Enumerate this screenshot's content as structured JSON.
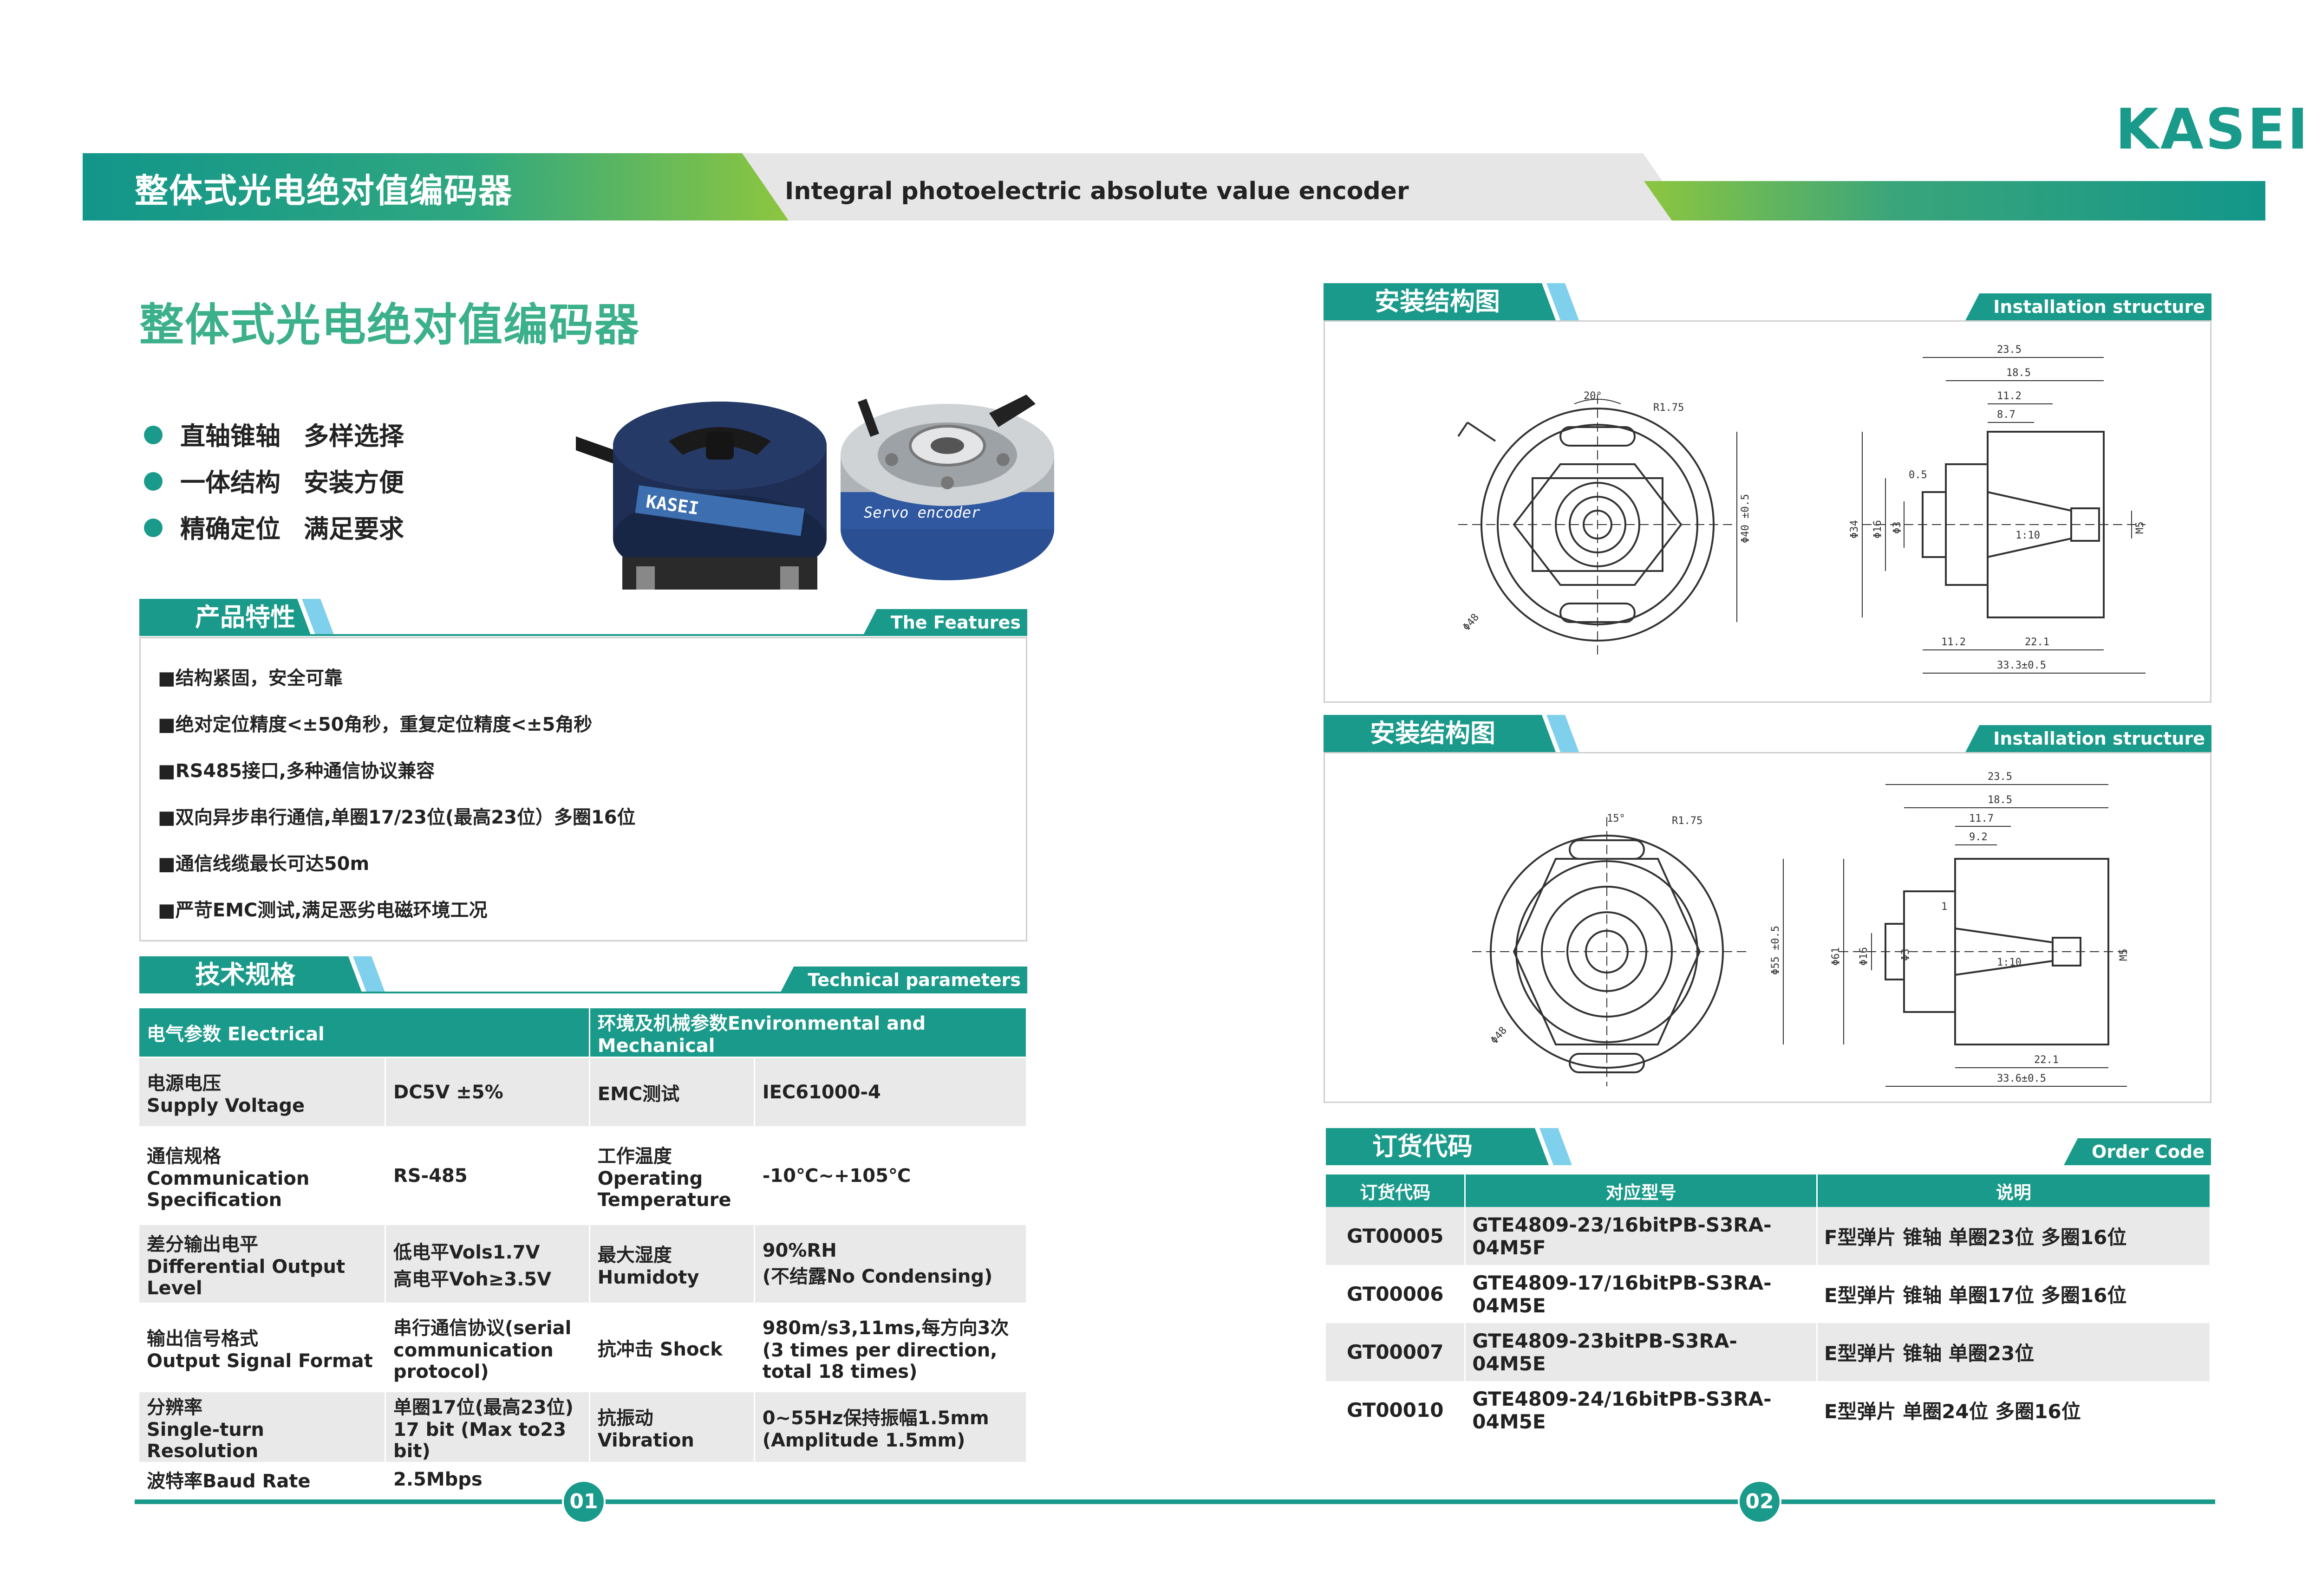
{
  "header": {
    "title_cn": "整体式光电绝对值编码器",
    "title_en": "Integral photoelectric absolute value encoder",
    "logo": "KASEI"
  },
  "main_title": "整体式光电绝对值编码器",
  "highlights": [
    {
      "a": "直轴锥轴",
      "b": "多样选择"
    },
    {
      "a": "一体结构",
      "b": "安装方便"
    },
    {
      "a": "精确定位",
      "b": "满足要求"
    }
  ],
  "product_photos": {
    "label_brand": "KASEI",
    "label_text": "Servo encoder"
  },
  "features": {
    "title_cn": "产品特性",
    "title_en": "The Features",
    "items": [
      "■结构紧固，安全可靠",
      "■绝对定位精度<±50角秒，重复定位精度<±5角秒",
      "■RS485接口,多种通信协议兼容",
      "■双向异步串行通信,单圈17/23位(最高23位）多圈16位",
      "■通信线缆最长可达50m",
      "■严苛EMC测试,满足恶劣电磁环境工况"
    ]
  },
  "tech": {
    "title_cn": "技术规格",
    "title_en": "Technical parameters",
    "left_header": "电气参数 Electrical",
    "right_header": "环境及机械参数Environmental and Mechanical",
    "rows": [
      {
        "l_label": "电源电压\nSupply Voltage",
        "l_value": "DC5V ±5%",
        "r_label": "EMC测试",
        "r_value": "IEC61000-4"
      },
      {
        "l_label": "通信规格\nCommunication\nSpecification",
        "l_value": "RS-485",
        "r_label": "工作温度\nOperating\nTemperature",
        "r_value": "-10℃~+105℃"
      },
      {
        "l_label": "差分输出电平\nDifferential Output Level",
        "l_value": "低电平Vols1.7V\n高电平Voh≥3.5V",
        "r_label": "最大湿度\nHumidoty",
        "r_value": "90%RH\n(不结露No Condensing)"
      },
      {
        "l_label": "输出信号格式\nOutput Signal Format",
        "l_value": "串行通信协议(serial\ncommunication\nprotocol)",
        "r_label": "抗冲击 Shock",
        "r_value": "980m/s3,11ms,每方向3次\n(3 times per direction,\ntotal 18 times)"
      },
      {
        "l_label": "分辨率\nSingle-turn Resolution",
        "l_value": "单圈17位(最高23位)\n17 bit (Max to23 bit)",
        "r_label": "抗振动\nVibration",
        "r_value": "0~55Hz保持振幅1.5mm\n(Amplitude 1.5mm)"
      },
      {
        "l_label": "波特率Baud Rate",
        "l_value": "2.5Mbps",
        "r_label": "",
        "r_value": ""
      }
    ]
  },
  "install1": {
    "title_cn": "安装结构图",
    "title_en": "Installation structure",
    "dims": {
      "angle": "20°",
      "r": "R1.75",
      "d_outer": "Φ48",
      "d_mid": "Φ40 ±0.5",
      "w1": "23.5",
      "w2": "18.5",
      "w3": "11.2",
      "w4": "8.7",
      "w5": "0.5",
      "d1": "Φ34",
      "d2": "Φ16",
      "d3": "Φ3",
      "taper": "1:10",
      "m": "M5",
      "b1": "11.2",
      "b2": "22.1",
      "b3": "33.3±0.5"
    }
  },
  "install2": {
    "title_cn": "安装结构图",
    "title_en": "Installation structure",
    "dims": {
      "angle": "15°",
      "r": "R1.75",
      "d_outer": "Φ48",
      "d_mid": "Φ55 ±0.5",
      "w1": "23.5",
      "w2": "18.5",
      "w3": "11.7",
      "w4": "9.2",
      "w5": "1",
      "d1": "Φ61",
      "d2": "Φ16",
      "d3": "Φ3",
      "taper": "1:10",
      "m": "M5",
      "b2": "22.1",
      "b3": "33.6±0.5"
    }
  },
  "order": {
    "title_cn": "订货代码",
    "title_en": "Order Code",
    "headers": [
      "订货代码",
      "对应型号",
      "说明"
    ],
    "rows": [
      [
        "GT00005",
        "GTE4809-23/16bitPB-S3RA-04M5F",
        "F型弹片 锥轴 单圈23位  多圈16位"
      ],
      [
        "GT00006",
        "GTE4809-17/16bitPB-S3RA-04M5E",
        "E型弹片 锥轴 单圈17位  多圈16位"
      ],
      [
        "GT00007",
        "GTE4809-23bitPB-S3RA-04M5E",
        "E型弹片 锥轴 单圈23位"
      ],
      [
        "GT00010",
        "GTE4809-24/16bitPB-S3RA-04M5E",
        "E型弹片 单圈24位  多圈16位"
      ]
    ]
  },
  "footer": {
    "page_left": "01",
    "page_right": "02"
  },
  "colors": {
    "teal": "#1a9a8a",
    "green": "#8dc63f",
    "light_blue": "#7fd0ec",
    "grey_band": "#e6e6e6"
  }
}
